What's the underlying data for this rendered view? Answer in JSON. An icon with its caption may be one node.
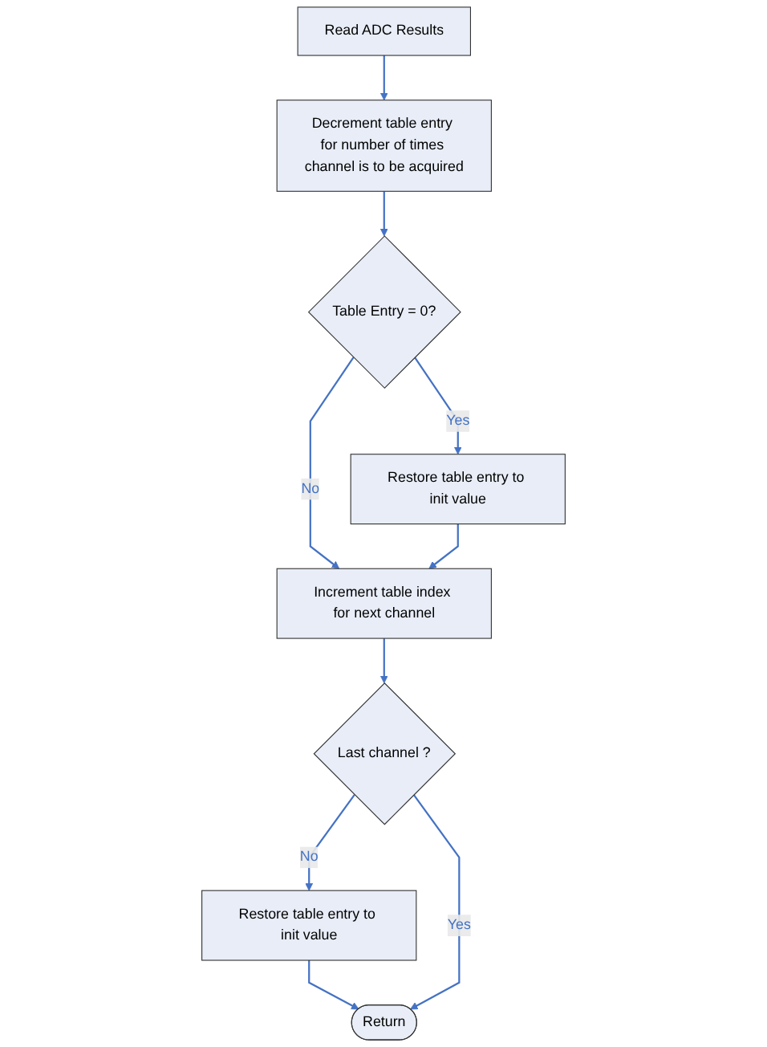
{
  "diagram": {
    "nodes": [
      {
        "text": [
          "Read ADC Results"
        ]
      },
      {
        "text": [
          "Decrement table entry for number of times channel is to be acquired"
        ]
      },
      {
        "text": [
          "Table Entry = 0?"
        ]
      },
      {
        "text": [
          "Restore table entry to init value"
        ]
      },
      {
        "text": [
          "Increment table index for next channel"
        ]
      },
      {
        "text": [
          "Last channel ?"
        ]
      },
      {
        "text": [
          "Restore table entry to init value"
        ]
      },
      {
        "text": [
          "Return"
        ]
      }
    ],
    "edges": [
      {
        "from": 0,
        "to": 1,
        "arrow": "to"
      },
      {
        "from": 1,
        "to": 2,
        "arrow": "to"
      },
      {
        "from": 2,
        "to": 3,
        "arrow": "to",
        "label": "Yes"
      },
      {
        "from": 2,
        "to": 4,
        "arrow": "to",
        "label": "No"
      },
      {
        "from": 3,
        "to": 4,
        "arrow": "to"
      },
      {
        "from": 4,
        "to": 5,
        "arrow": "to"
      },
      {
        "from": 5,
        "to": 6,
        "arrow": "to",
        "label": "No"
      },
      {
        "from": 6,
        "to": 7,
        "arrow": "to"
      },
      {
        "from": 5,
        "to": 7,
        "arrow": "to",
        "label": "Yes"
      }
    ]
  }
}
